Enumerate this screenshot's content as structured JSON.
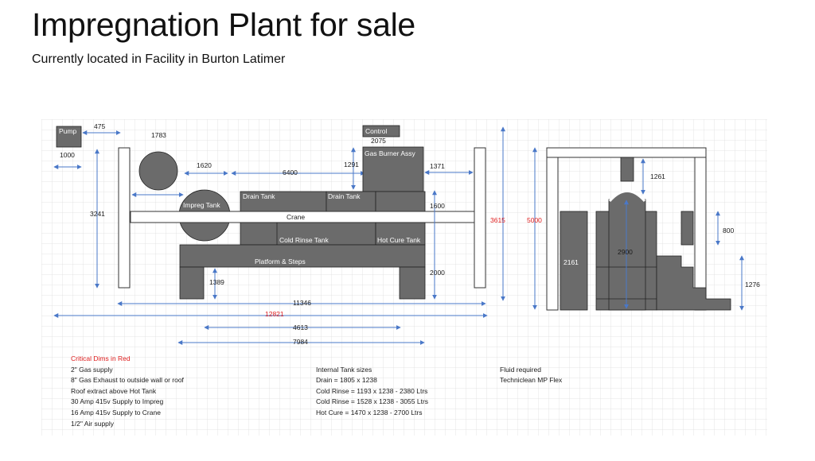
{
  "title": "Impregnation Plant for sale",
  "subtitle": "Currently located in Facility in Burton Latimer",
  "parts": {
    "pump": "Pump",
    "control": "Control",
    "gas_burner": "Gas Burner Assy",
    "drain_tank_1": "Drain Tank",
    "drain_tank_2": "Drain Tank",
    "impreg_tank": "Impreg Tank",
    "crane": "Crane",
    "cold_rinse": "Cold Rinse Tank",
    "hot_cure": "Hot Cure Tank",
    "platform": "Platform & Steps"
  },
  "dims": {
    "d475": "475",
    "d1783": "1783",
    "d1000": "1000",
    "d2075": "2075",
    "d1620": "1620",
    "d6400": "6400",
    "d1291": "1291",
    "d1371": "1371",
    "d3241": "3241",
    "d1600": "1600",
    "d3615": "3615",
    "d5000": "5000",
    "d2000": "2000",
    "d1389": "1389",
    "d11346": "11346",
    "d12821": "12821",
    "d4613": "4613",
    "d7984": "7984",
    "d1261": "1261",
    "d800": "800",
    "d2161": "2161",
    "d2900": "2900",
    "d1276": "1276"
  },
  "notes": {
    "critical": "Critical Dims in Red",
    "req": [
      "2\" Gas supply",
      "8\" Gas Exhaust to outside wall or roof",
      "Roof extract above Hot Tank",
      "30 Amp 415v Supply to Impreg",
      "16 Amp 415v Supply to Crane",
      "1/2\" Air supply"
    ],
    "tank_header": "Internal Tank sizes",
    "tanks": [
      "Drain = 1805 x 1238",
      "Cold Rinse = 1193 x 1238 - 2380 Ltrs",
      "Cold Rinse  = 1528 x 1238 - 3055 Ltrs",
      "Hot Cure = 1470 x 1238 - 2700 Ltrs"
    ],
    "fluid_header": "Fluid required",
    "fluid": "Techniclean MP Flex"
  },
  "colors": {
    "part_fill": "#6b6b6b",
    "dimension_line": "#4a78c8",
    "critical_red": "#e02020",
    "grid": "#d9d9d9"
  }
}
